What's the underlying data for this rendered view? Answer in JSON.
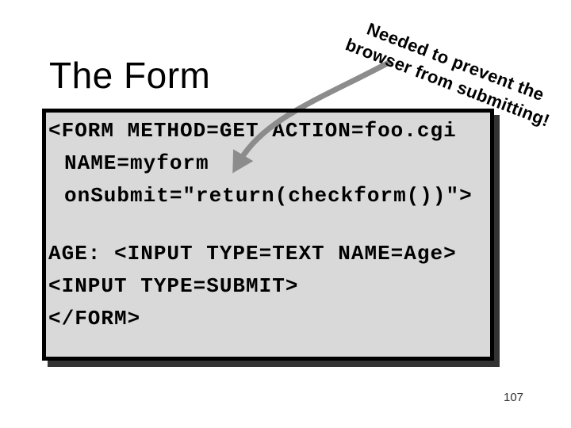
{
  "slide": {
    "title": "The Form",
    "page_number": "107"
  },
  "annotation": {
    "line1": "Needed to prevent the",
    "line2": "browser from submitting!"
  },
  "code_block": {
    "lines": [
      "<FORM METHOD=GET ACTION=foo.cgi",
      "NAME=myform",
      "onSubmit=\"return(checkform())\">",
      "AGE: <INPUT TYPE=TEXT NAME=Age>",
      "<INPUT TYPE=SUBMIT>",
      "</FORM>"
    ]
  },
  "colors": {
    "background": "#ffffff",
    "code_box_bg": "#d9d9d9",
    "code_box_border": "#000000",
    "code_box_shadow": "#333333",
    "arrow": "#8c8c8c",
    "text": "#000000"
  }
}
